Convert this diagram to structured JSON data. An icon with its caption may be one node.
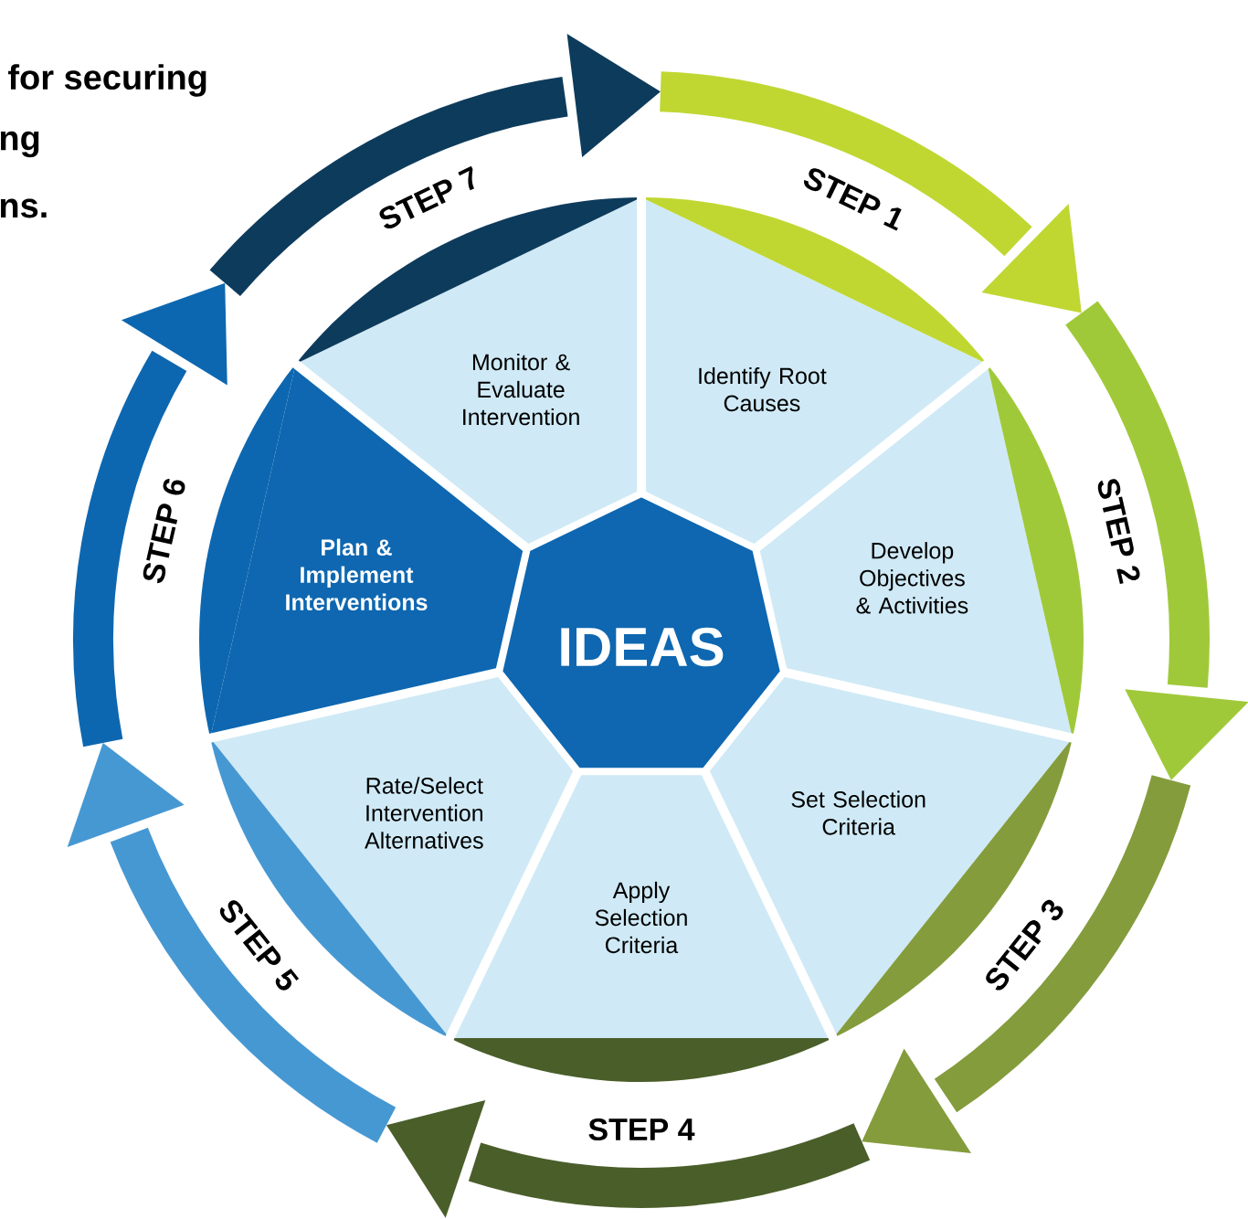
{
  "diagram": {
    "nodes": [
      {
        "text": [
          "IDEAS"
        ]
      },
      {
        "text": [
          "Identify Root Causes"
        ],
        "beside": [
          "STEP 1"
        ]
      },
      {
        "text": [
          "Develop Objectives & Activities"
        ],
        "beside": [
          "STEP 2"
        ]
      },
      {
        "text": [
          "Set Selection Criteria"
        ],
        "beside": [
          "STEP 3"
        ]
      },
      {
        "text": [
          "Apply Selection Criteria"
        ],
        "beside": [
          "STEP 4"
        ]
      },
      {
        "text": [
          "Rate/Select Intervention Alternatives"
        ],
        "beside": [
          "STEP 5"
        ]
      },
      {
        "text": [
          "Plan & Implement Interventions"
        ],
        "beside": [
          "STEP 6"
        ]
      },
      {
        "text": [
          "Monitor & Evaluate Intervention"
        ],
        "beside": [
          "STEP 7"
        ]
      }
    ],
    "labels": [
      "for securing",
      "ng",
      "ns."
    ]
  }
}
